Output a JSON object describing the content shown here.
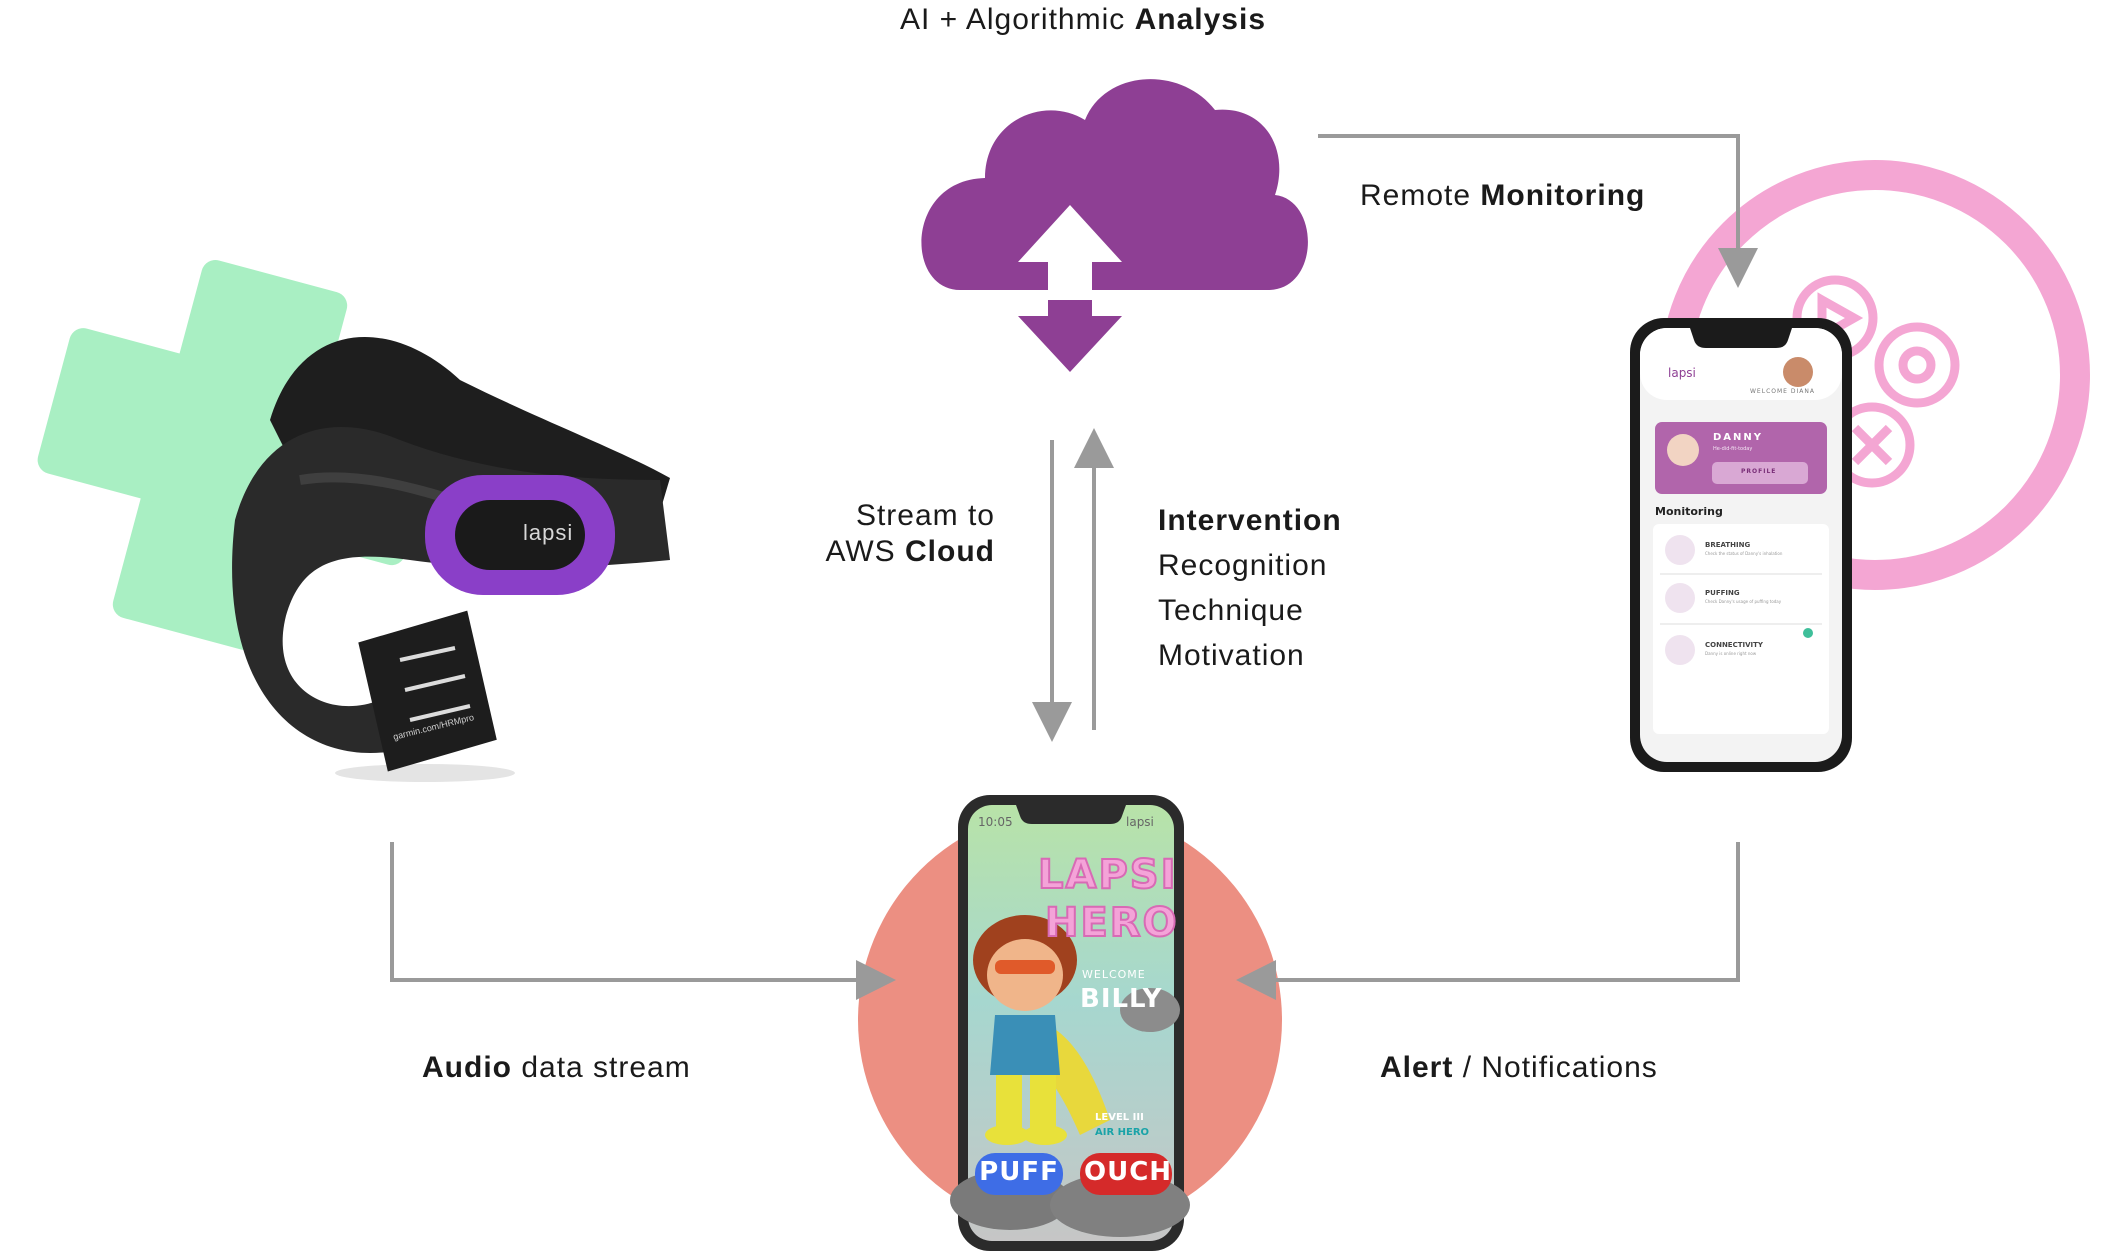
{
  "labels": {
    "top_prefix": "AI + Algorithmic",
    "top_bold": "Analysis",
    "remote_prefix": "Remote",
    "remote_bold": "Monitoring",
    "stream_line1": "Stream to",
    "stream_line2_prefix": "AWS",
    "stream_line2_bold": "Cloud",
    "intervention_bold": "Intervention",
    "intervention_items": [
      "Recognition",
      "Technique",
      "Motivation"
    ],
    "audio_bold": "Audio",
    "audio_suffix": "data stream",
    "alert_bold": "Alert",
    "alert_suffix": "/ Notifications"
  },
  "sensor": {
    "brand": "lapsi",
    "tag_text": "garmin.com/HRMpro"
  },
  "caregiver_app": {
    "brand": "lapsi",
    "welcome": "WELCOME DIANA",
    "patient_name": "DANNY",
    "patient_sub": "He-did-fit-today",
    "profile_button": "PROFILE",
    "section_title": "Monitoring",
    "items": [
      {
        "title": "BREATHING",
        "sub": "Check the status of Danny's inhalation"
      },
      {
        "title": "PUFFING",
        "sub": "Check Danny's usage of puffing today"
      },
      {
        "title": "CONNECTIVITY",
        "sub": "Danny is online right now"
      }
    ]
  },
  "child_app": {
    "time": "10:05",
    "brand": "lapsi",
    "title_line1": "LAPSI",
    "title_line2": "HERO",
    "welcome": "WELCOME",
    "player": "BILLY",
    "level": "LEVEL III",
    "rank": "AIR HERO",
    "btn_puff": "PUFF",
    "btn_ouch": "OUCH"
  },
  "colors": {
    "cloud": "#8e3f94",
    "green_cross": "#a9efc3",
    "pink_ring": "#f4a6d3",
    "salmon_circle": "#ec8f82",
    "arrow_gray": "#9a9a9a",
    "strap_purple": "#8a3fc8"
  }
}
